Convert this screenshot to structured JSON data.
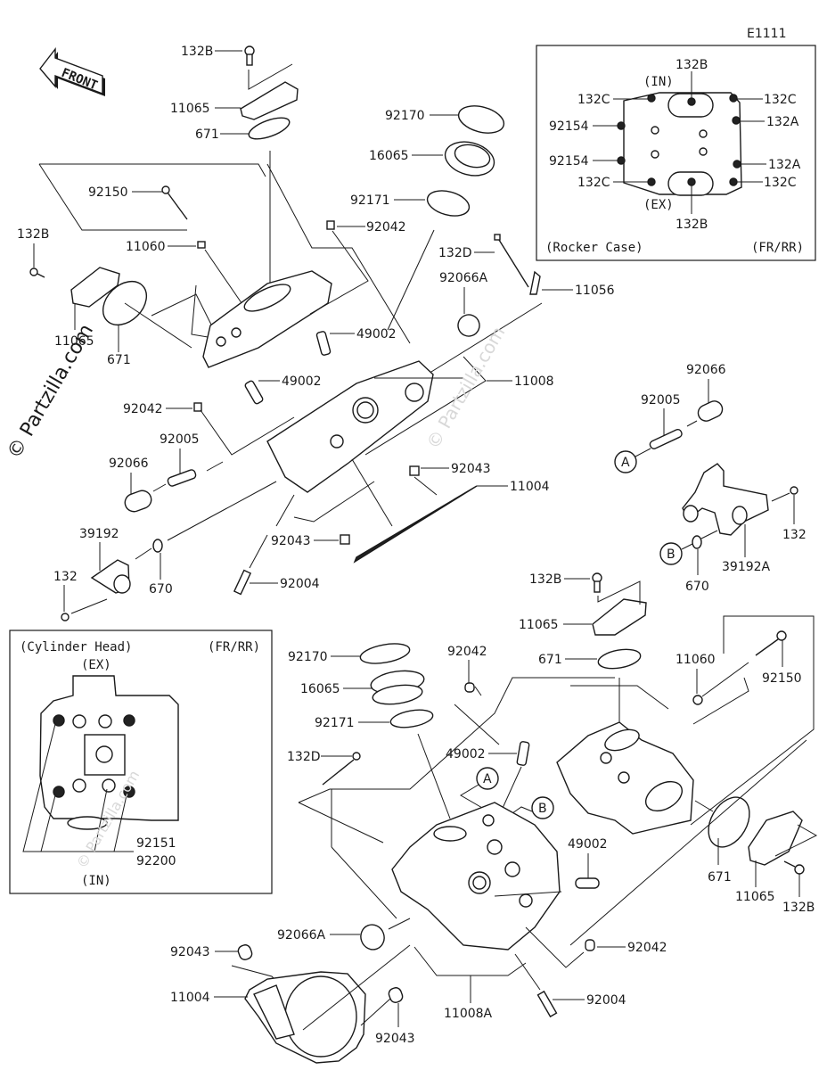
{
  "diagram": {
    "code": "E1111",
    "front_label": "FRONT",
    "watermark": "© Partzilla.com",
    "colors": {
      "ink": "#1a1a1a",
      "background": "#ffffff",
      "watermark_light": "#d8d8d8"
    }
  },
  "rocker_case_inset": {
    "title": "(Rocker Case)",
    "variant": "(FR/RR)",
    "in_label": "(IN)",
    "ex_label": "(EX)",
    "callouts": [
      "132B",
      "132C",
      "132C",
      "92154",
      "132A",
      "92154",
      "132A",
      "132C",
      "132C",
      "132B"
    ]
  },
  "cylinder_head_inset": {
    "title": "(Cylinder Head)",
    "variant": "(FR/RR)",
    "ex_label": "(EX)",
    "in_label": "(IN)",
    "callouts": [
      "92151",
      "92200"
    ]
  },
  "reference_markers": [
    "A",
    "B"
  ],
  "upper_assembly": {
    "callouts": {
      "c132B_top": "132B",
      "c11065_top": "11065",
      "c671_top": "671",
      "c92150": "92150",
      "c11060": "11060",
      "c132B_left": "132B",
      "c11065_left": "11065",
      "c671_left": "671",
      "c92170": "92170",
      "c16065": "16065",
      "c92171": "92171",
      "c92042_a": "92042",
      "c132D": "132D",
      "c11056": "11056",
      "c92066A": "92066A",
      "c49002_a": "49002",
      "c49002_b": "49002",
      "c11008": "11008",
      "c92042_b": "92042",
      "c92005": "92005",
      "c92066": "92066",
      "c92043_a": "92043",
      "c11004": "11004",
      "c92043_b": "92043",
      "c39192": "39192",
      "c670": "670",
      "c132": "132",
      "c92004": "92004"
    }
  },
  "right_fitting": {
    "callouts": {
      "c92005": "92005",
      "c92066": "92066",
      "c132": "132",
      "c670": "670",
      "c39192A": "39192A"
    }
  },
  "lower_assembly": {
    "callouts": {
      "c92170": "92170",
      "c16065": "16065",
      "c92171": "92171",
      "c92042_a": "92042",
      "c132D": "132D",
      "c49002_a": "49002",
      "c132B_top": "132B",
      "c11065_top": "11065",
      "c671_top": "671",
      "c11060": "11060",
      "c92150": "92150",
      "c671_right": "671",
      "c11065_right": "11065",
      "c132B_right": "132B",
      "c49002_b": "49002",
      "c92066A": "92066A",
      "c92042_b": "92042",
      "c92043_a": "92043",
      "c11004": "11004",
      "c92043_b": "92043",
      "c11008A": "11008A",
      "c92004": "92004"
    }
  }
}
